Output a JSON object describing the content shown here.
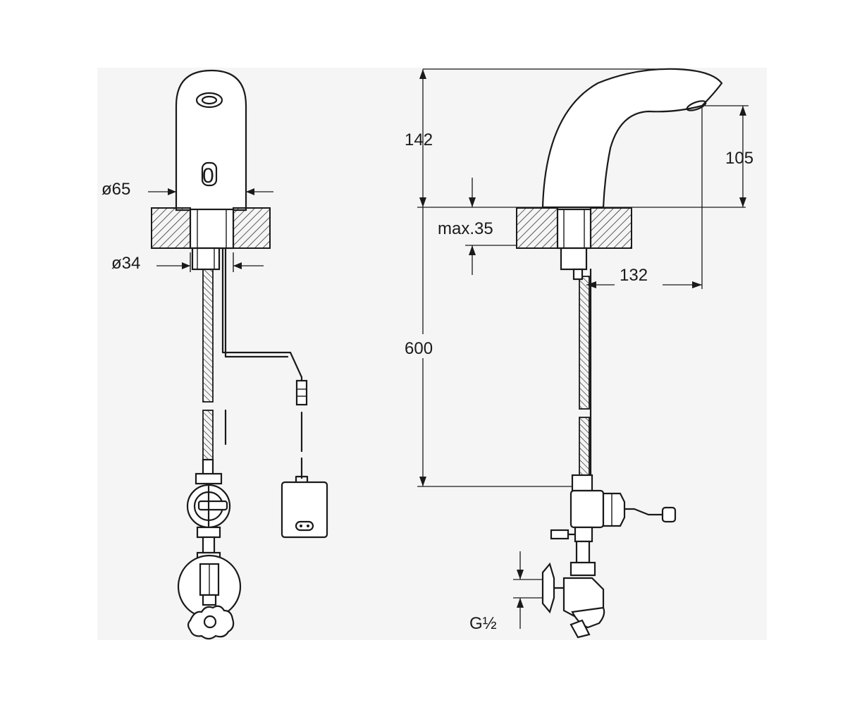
{
  "drawing": {
    "front_view": {
      "sensor_mark": "0",
      "dim_spout_diameter": "ø65",
      "dim_shank_diameter": "ø34"
    },
    "side_view": {
      "dim_spout_height": "142",
      "dim_outlet_height": "105",
      "dim_max_deck": "max.35",
      "dim_reach": "132",
      "dim_hose_length": "600",
      "dim_thread": "G½"
    }
  }
}
